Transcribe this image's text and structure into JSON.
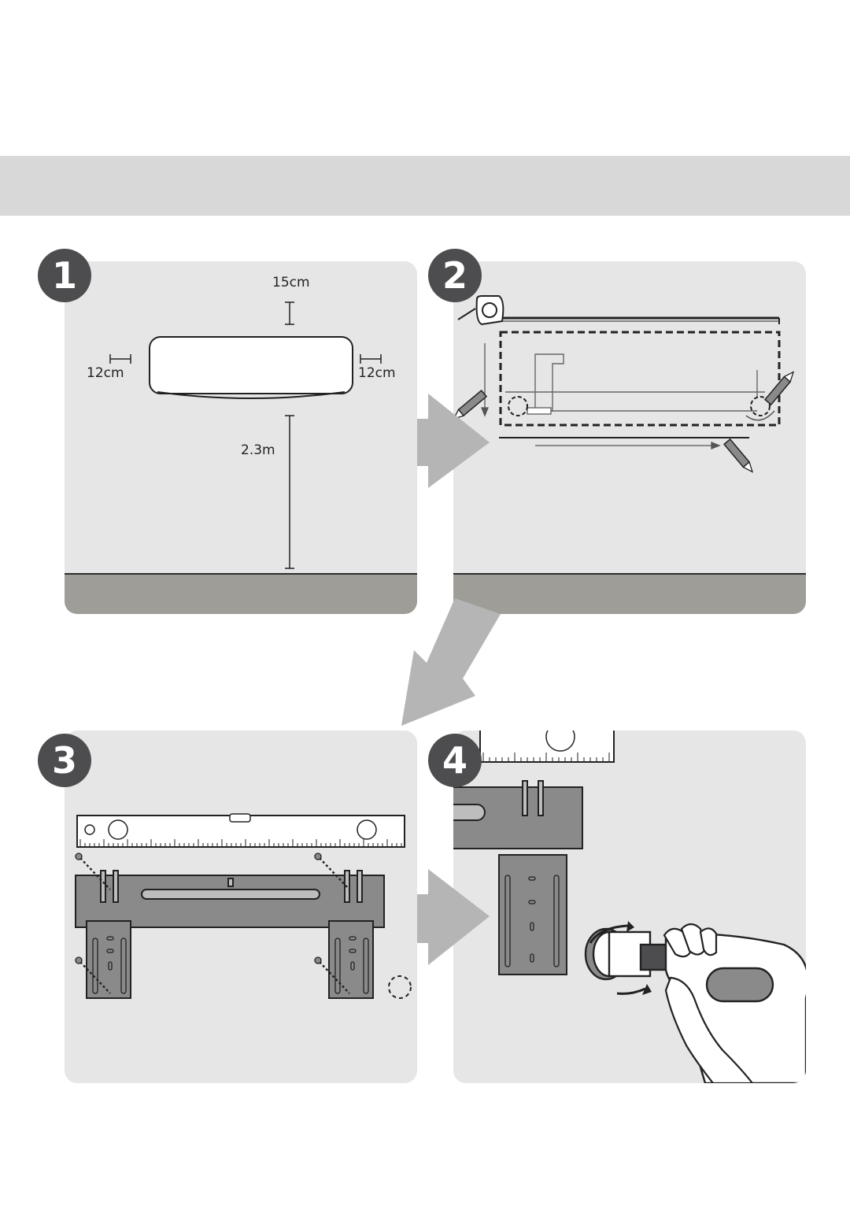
{
  "steps": [
    {
      "number": "1"
    },
    {
      "number": "2"
    },
    {
      "number": "3"
    },
    {
      "number": "4"
    }
  ],
  "dimensions": {
    "top_clearance": "15cm",
    "left_clearance": "12cm",
    "right_clearance": "12cm",
    "floor_height": "2.3m"
  },
  "colors": {
    "header_band": "#d8d8d8",
    "panel_bg": "#e6e6e6",
    "floor": "#9e9d98",
    "badge": "#4d4d4f",
    "flow_arrow": "#b5b5b5",
    "bracket": "#8a8a8a"
  },
  "icons": [
    "tape-measure-icon",
    "pencil-icon",
    "spirit-level-icon",
    "screw-icon",
    "drill-icon",
    "rotate-arrow-icon"
  ]
}
